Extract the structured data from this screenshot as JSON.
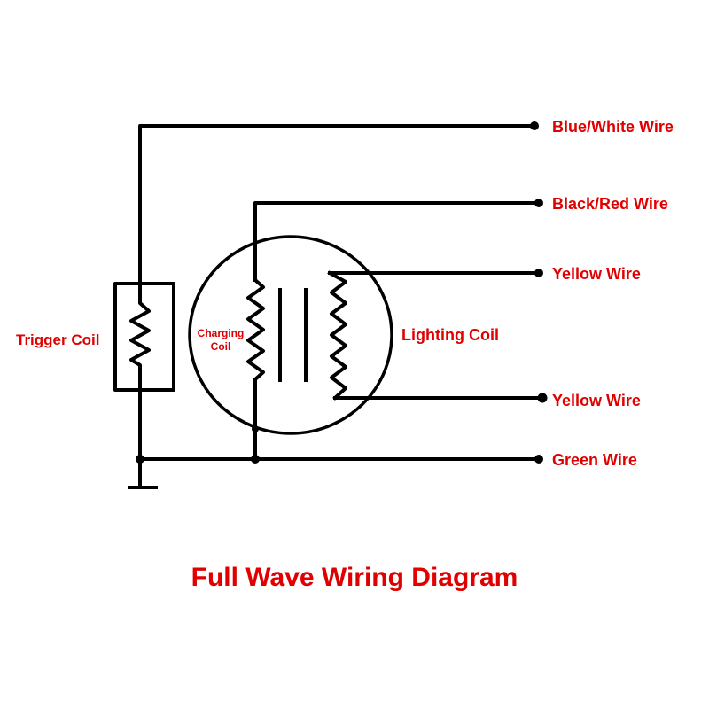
{
  "title": "Full Wave Wiring Diagram",
  "colors": {
    "label": "#e00000",
    "line": "#000000",
    "background": "#ffffff"
  },
  "components": {
    "trigger_coil": {
      "label": "Trigger Coil"
    },
    "charging_coil": {
      "label_line1": "Charging",
      "label_line2": "Coil"
    },
    "lighting_coil": {
      "label": "Lighting Coil"
    }
  },
  "wires": [
    {
      "id": "blue-white",
      "label": "Blue/White Wire"
    },
    {
      "id": "black-red",
      "label": "Black/Red Wire"
    },
    {
      "id": "yellow-1",
      "label": "Yellow Wire"
    },
    {
      "id": "yellow-2",
      "label": "Yellow Wire"
    },
    {
      "id": "green",
      "label": "Green Wire"
    }
  ],
  "ground": {
    "symbol": "ground-icon"
  }
}
